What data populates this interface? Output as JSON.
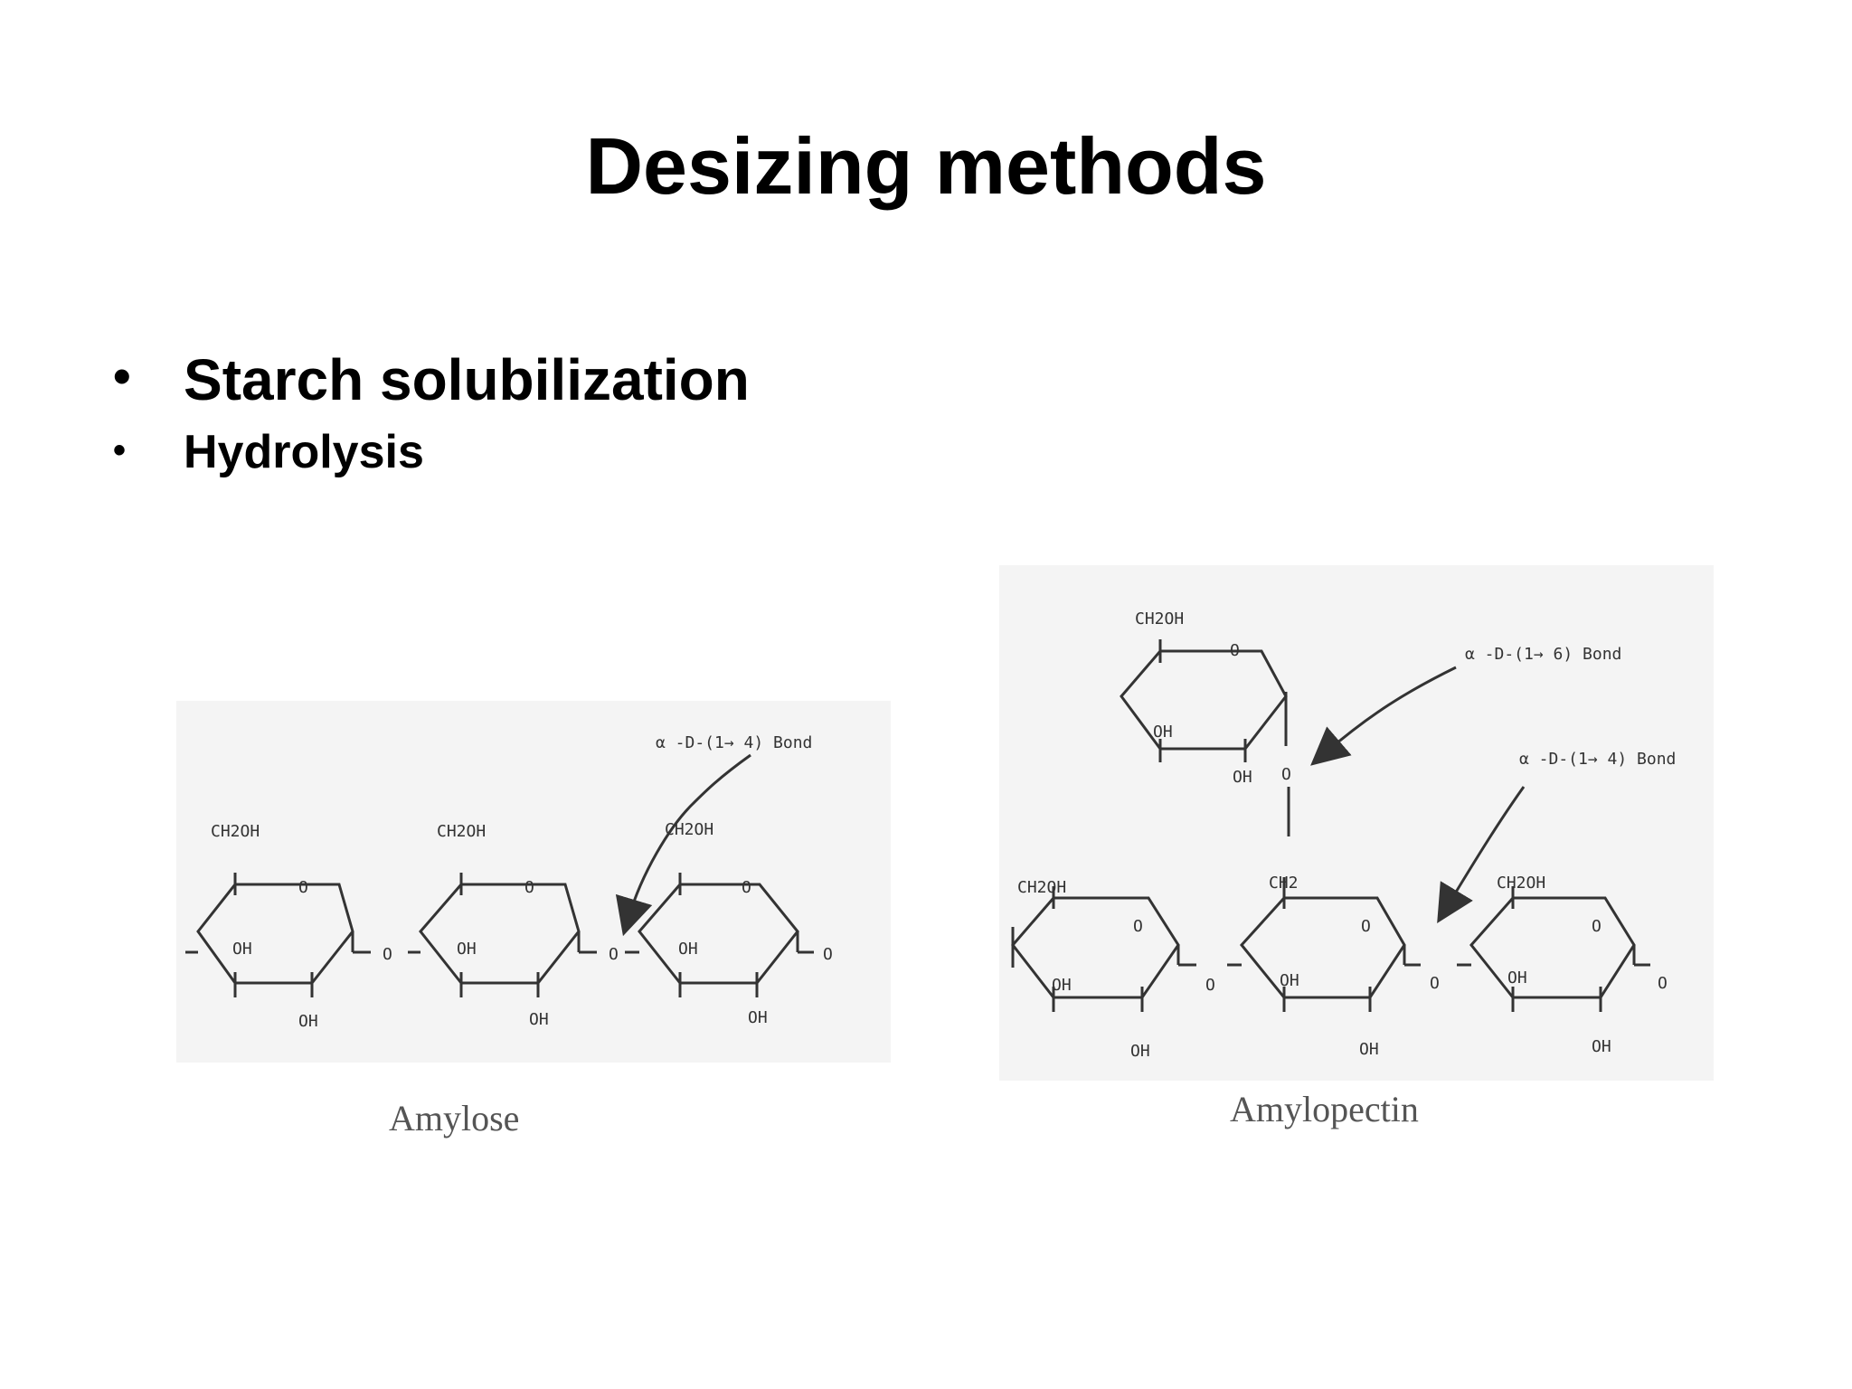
{
  "slide": {
    "title": "Desizing methods",
    "bullets": [
      "Starch solubilization",
      "Hydrolysis"
    ]
  },
  "amylose": {
    "caption": "Amylose",
    "bond_label": "α -D-(1→ 4) Bond",
    "ch2oh": "CH2OH",
    "oh": "OH",
    "o": "O"
  },
  "amylopectin": {
    "caption": "Amylopectin",
    "bond16_label": "α -D-(1→ 6) Bond",
    "bond14_label": "α -D-(1→ 4) Bond",
    "ch2oh": "CH2OH",
    "ch2": "CH2",
    "oh": "OH",
    "o": "O"
  }
}
